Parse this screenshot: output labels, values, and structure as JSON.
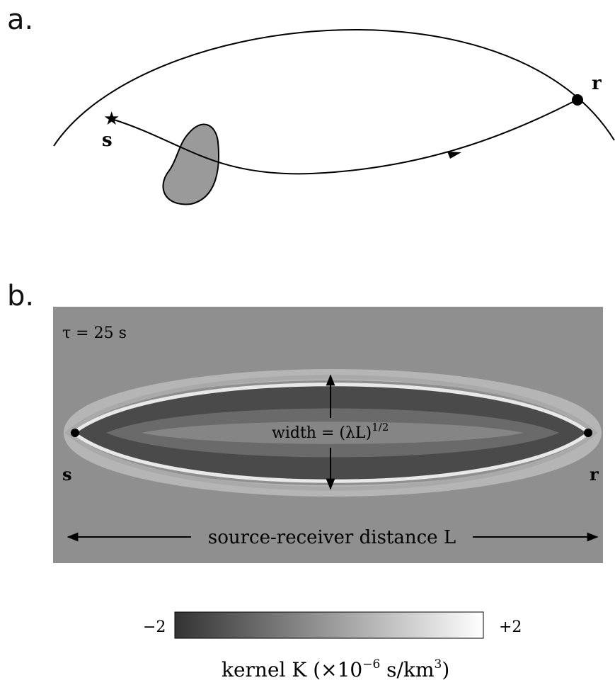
{
  "panel_a": {
    "label": "a.",
    "source_label": "s",
    "receiver_label": "r"
  },
  "panel_b": {
    "label": "b.",
    "tau_label": "τ = 25 s",
    "width_label_main": "width = (λL)",
    "width_label_exp": "1/2",
    "source_label": "s",
    "receiver_label": "r",
    "distance_label": "source-receiver distance L"
  },
  "colorbar": {
    "min_label": "−2",
    "max_label": "+2",
    "title_main": "kernel K (×10",
    "title_exp1": "−6",
    "title_mid": " s/km",
    "title_exp2": "3",
    "title_end": ")",
    "color_min": "#333333",
    "color_max": "#ffffff"
  },
  "colors": {
    "background_gray": "#8f8f8f",
    "blob_fill": "#9a9a9a",
    "ink": "#000000"
  }
}
